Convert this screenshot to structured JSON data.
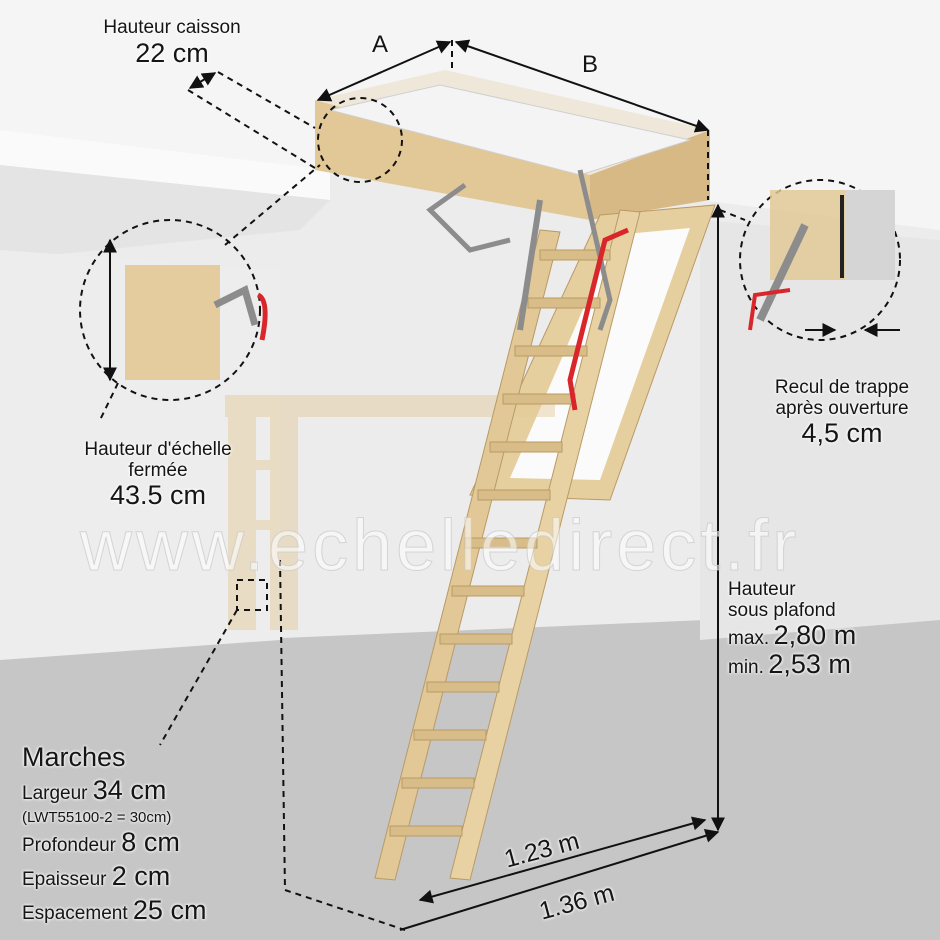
{
  "watermark": "www.echelledirect.fr",
  "caisson": {
    "title": "Hauteur caisson",
    "value": "22 cm"
  },
  "dimension_a": "A",
  "dimension_b": "B",
  "echelle_fermee": {
    "line1": "Hauteur d'échelle",
    "line2": "fermée",
    "value": "43.5 cm"
  },
  "recul": {
    "line1": "Recul de trappe",
    "line2": "après ouverture",
    "value": "4,5 cm"
  },
  "hauteur_plafond": {
    "line1": "Hauteur",
    "line2": "sous plafond",
    "max_label": "max.",
    "max_value": "2,80 m",
    "min_label": "min.",
    "min_value": "2,53 m"
  },
  "floor_dims": {
    "inner": "1.23 m",
    "outer": "1.36 m"
  },
  "marches": {
    "title": "Marches",
    "rows": [
      {
        "label": "Largeur",
        "value": "34 cm"
      },
      {
        "label": "Profondeur",
        "value": "8 cm"
      },
      {
        "label": "Epaisseur",
        "value": "2 cm"
      },
      {
        "label": "Espacement",
        "value": "25 cm"
      }
    ],
    "note": "(LWT55100-2 = 30cm)"
  },
  "colors": {
    "wood": "#e2c896",
    "metal": "#8c8c8c",
    "handle": "#d9262b",
    "wall": "#e9e9e9",
    "floor": "#c9c9c9"
  }
}
